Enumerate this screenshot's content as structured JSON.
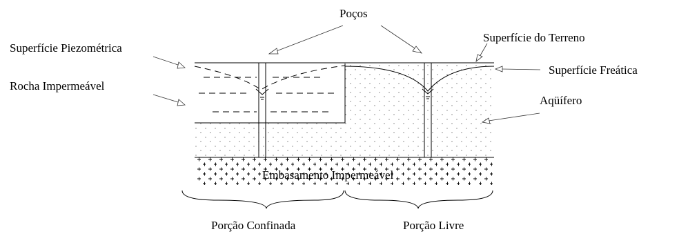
{
  "labels": {
    "wells": "Poços",
    "ground_surface": "Superfície do Terreno",
    "piezometric_surface": "Superfície Piezométrica",
    "water_table": "Superfície Freática",
    "impermeable_rock": "Rocha Impermeável",
    "aquifer": "Aqüífero",
    "impermeable_basement": "Embasamento Impermeável",
    "confined_portion": "Porção Confinada",
    "free_portion": "Porção Livre"
  }
}
